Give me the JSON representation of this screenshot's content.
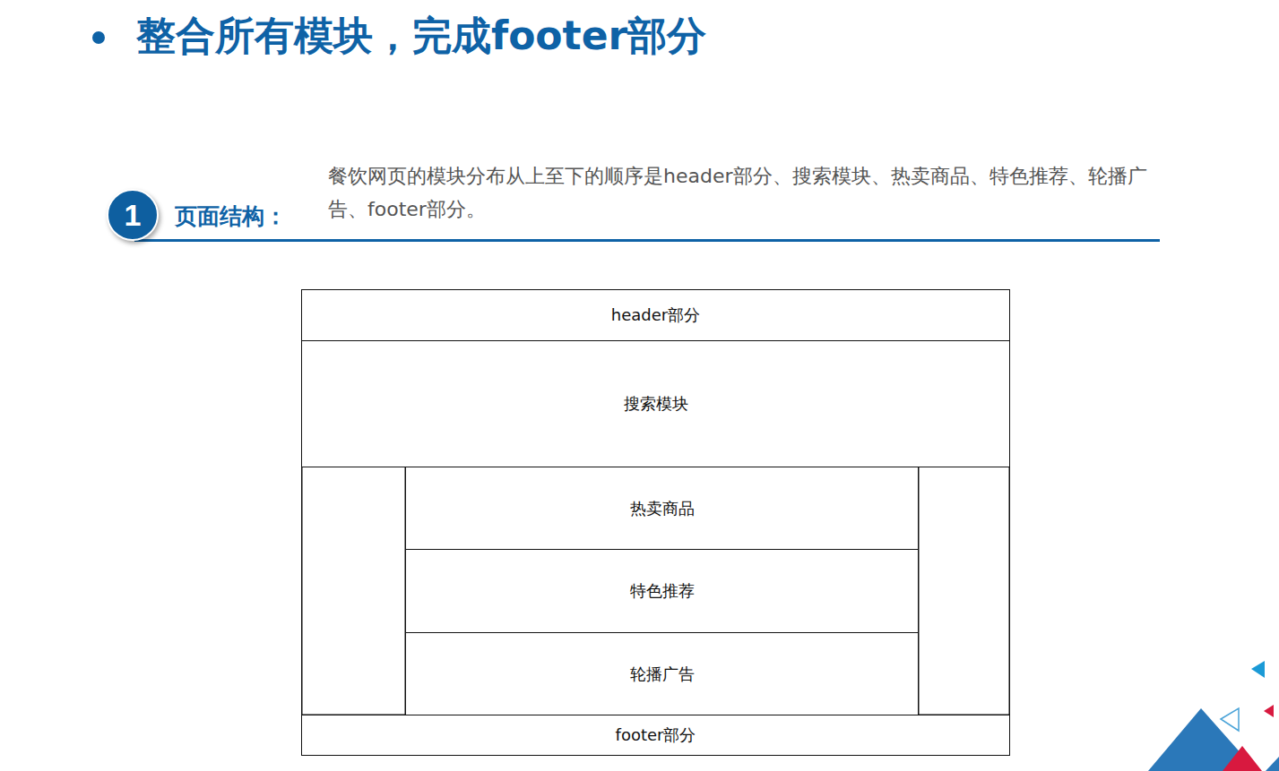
{
  "diagram": {
    "title": "整合所有模块，完成footer部分",
    "nodes": [
      {
        "text": [
          "1"
        ]
      },
      {
        "text": [
          "header部分"
        ]
      },
      {
        "text": [
          "搜索模块"
        ]
      },
      {
        "text": [
          "热卖商品"
        ]
      },
      {
        "text": [
          "特色推荐"
        ]
      },
      {
        "text": [
          "轮播广告"
        ]
      },
      {
        "text": [
          "footer部分"
        ]
      }
    ],
    "labels": [
      "页面结构：",
      "餐饮网页的模块分布从上至下的顺序是header部分、搜索模块、热卖商品、特色推荐、轮播广告、footer部分。"
    ]
  }
}
